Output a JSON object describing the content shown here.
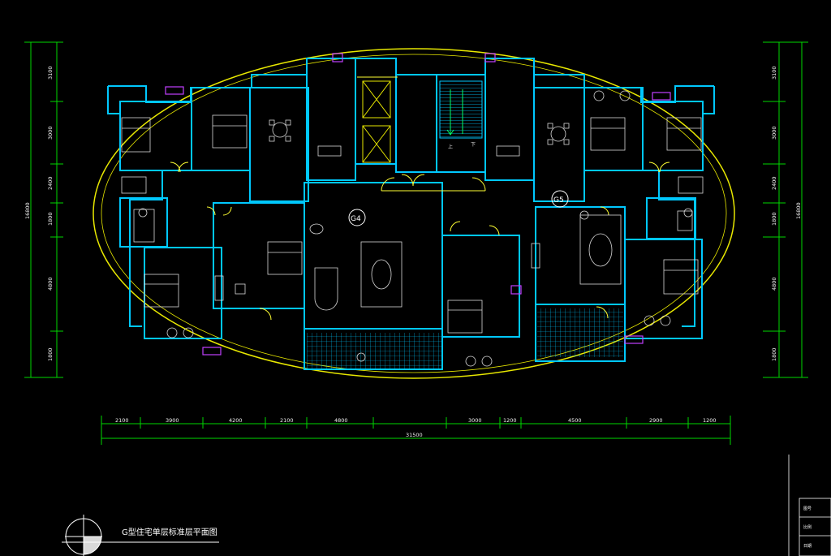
{
  "drawing": {
    "title": "G型住宅单层标准层平面图",
    "unit_labels": [
      "G4",
      "G5"
    ],
    "stair_labels": {
      "up": "上",
      "down": "下"
    },
    "colors": {
      "background": "#000000",
      "wall": "#00c8ff",
      "outline": "#e8e800",
      "dimension": "#00d800",
      "furniture": "#d8d8d8",
      "door": "#ffff33",
      "accent": "#c040ff"
    }
  },
  "dimensions": {
    "bottom_segments": [
      "2100",
      "3900",
      "4200",
      "2100",
      "4800",
      "3000",
      "1200",
      "4500",
      "2900",
      "1200"
    ],
    "bottom_total": "31500",
    "left_segments": [
      "3100",
      "3000",
      "2400",
      "1800",
      "4800",
      "1800"
    ],
    "left_total": "16800",
    "right_segments": [
      "3100",
      "3000",
      "2400",
      "1800",
      "4800",
      "1800"
    ],
    "right_total": "16800"
  },
  "title_block": {
    "cells": [
      "图号",
      "比例",
      "日期"
    ]
  }
}
